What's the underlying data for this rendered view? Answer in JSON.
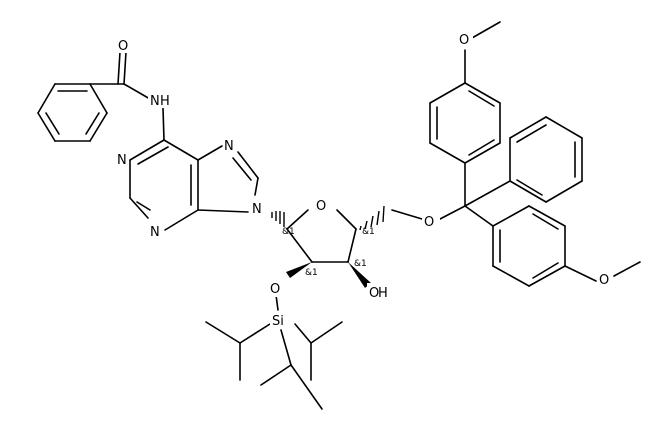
{
  "molecule": {
    "atoms": {
      "o_amide": "O",
      "n_amide": "N",
      "h_amide": "H",
      "n1": "N",
      "n3": "N",
      "n7": "N",
      "n9": "N",
      "o_ring": "O",
      "o5": "O",
      "o_top": "O",
      "o_right": "O",
      "o2": "O",
      "oh_o": "O",
      "oh_h": "H",
      "si": "Si"
    },
    "stereo_labels": {
      "c1": "&1",
      "c2": "&1",
      "c3": "&1",
      "c4": "&1"
    }
  }
}
